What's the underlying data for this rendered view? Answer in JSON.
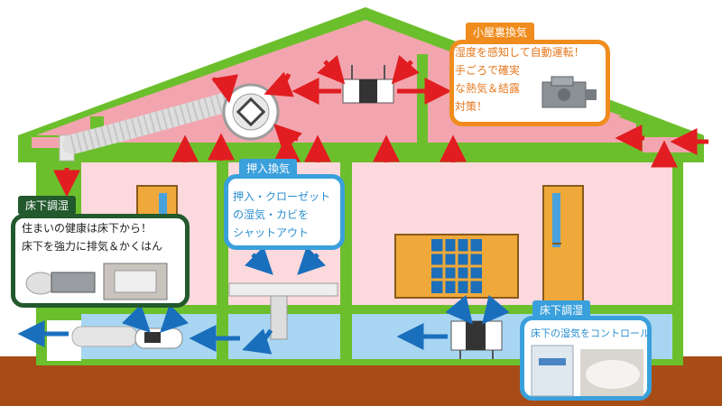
{
  "attic_ventilation": {
    "tag": "小屋裏換気",
    "lines": [
      "湿度を感知して自動運転！",
      "手ごろで確実",
      "な熱気＆結露",
      "対策！"
    ]
  },
  "closet_ventilation": {
    "tag": "押入換気",
    "lines": [
      "押入・クローゼット",
      "の湿気・カビを",
      "シャットアウト"
    ]
  },
  "underfloor_left": {
    "tag": "床下調湿",
    "lines": [
      "住まいの健康は床下から！",
      "床下を強力に排気＆かくはん"
    ]
  },
  "underfloor_right": {
    "tag": "床下調湿",
    "lines": [
      "床下の湿気をコントロール"
    ]
  },
  "colors": {
    "frame": "#6cbf2c",
    "attic": "#f2a5ae",
    "room": "#fbd9dc",
    "underfloor": "#a8d6f2",
    "ground": "#a74c16",
    "arrow_red": "#e11d21",
    "arrow_blue": "#1a6fbd",
    "door": "#efa93a",
    "window": "#1c6fb8"
  }
}
